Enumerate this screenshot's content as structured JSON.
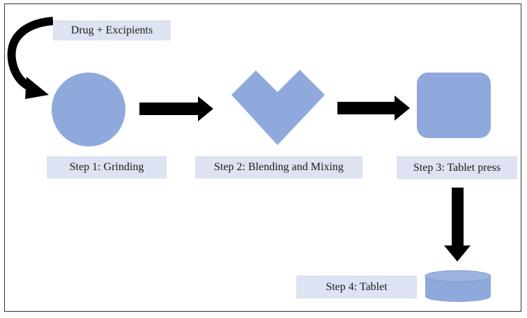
{
  "labels": {
    "input": "Drug + Excipients",
    "step1": "Step 1: Grinding",
    "step2": "Step 2: Blending and Mixing",
    "step3": "Step 3: Tablet press",
    "step4": "Step 4: Tablet"
  },
  "colors": {
    "label_bg": "#dde3f2",
    "shape_fill": "#8fa9dc",
    "arrow": "#000000"
  }
}
